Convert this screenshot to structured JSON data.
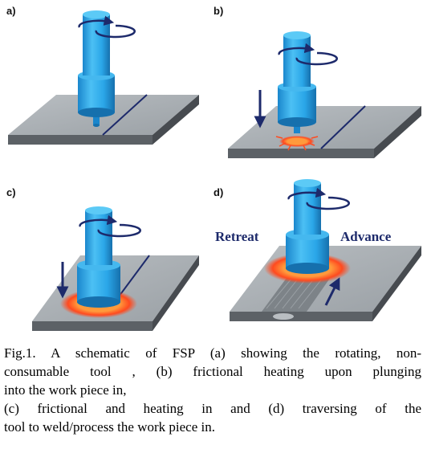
{
  "panels": [
    {
      "letter": "a)"
    },
    {
      "letter": "b)"
    },
    {
      "letter": "c)"
    },
    {
      "letter": "d)"
    }
  ],
  "labels": {
    "retreat": "Retreat",
    "advance": "Advance"
  },
  "caption": {
    "line1": "Fig.1. A schematic of  FSP (a) showing the rotating, non-",
    "line2": "consumable tool , (b) frictional heating upon plunging",
    "line3": "into the work piece in,",
    "line4": "(c) frictional and  heating in and  (d)  traversing of the",
    "line5": "tool to weld/process the work piece in."
  },
  "colors": {
    "tool_blue": "#2aa6e8",
    "tool_dark": "#1774b5",
    "plate_top": "#a7adb2",
    "plate_side": "#5c6166",
    "heat": "#ff5a2a",
    "arrow": "#1d2a6b"
  }
}
